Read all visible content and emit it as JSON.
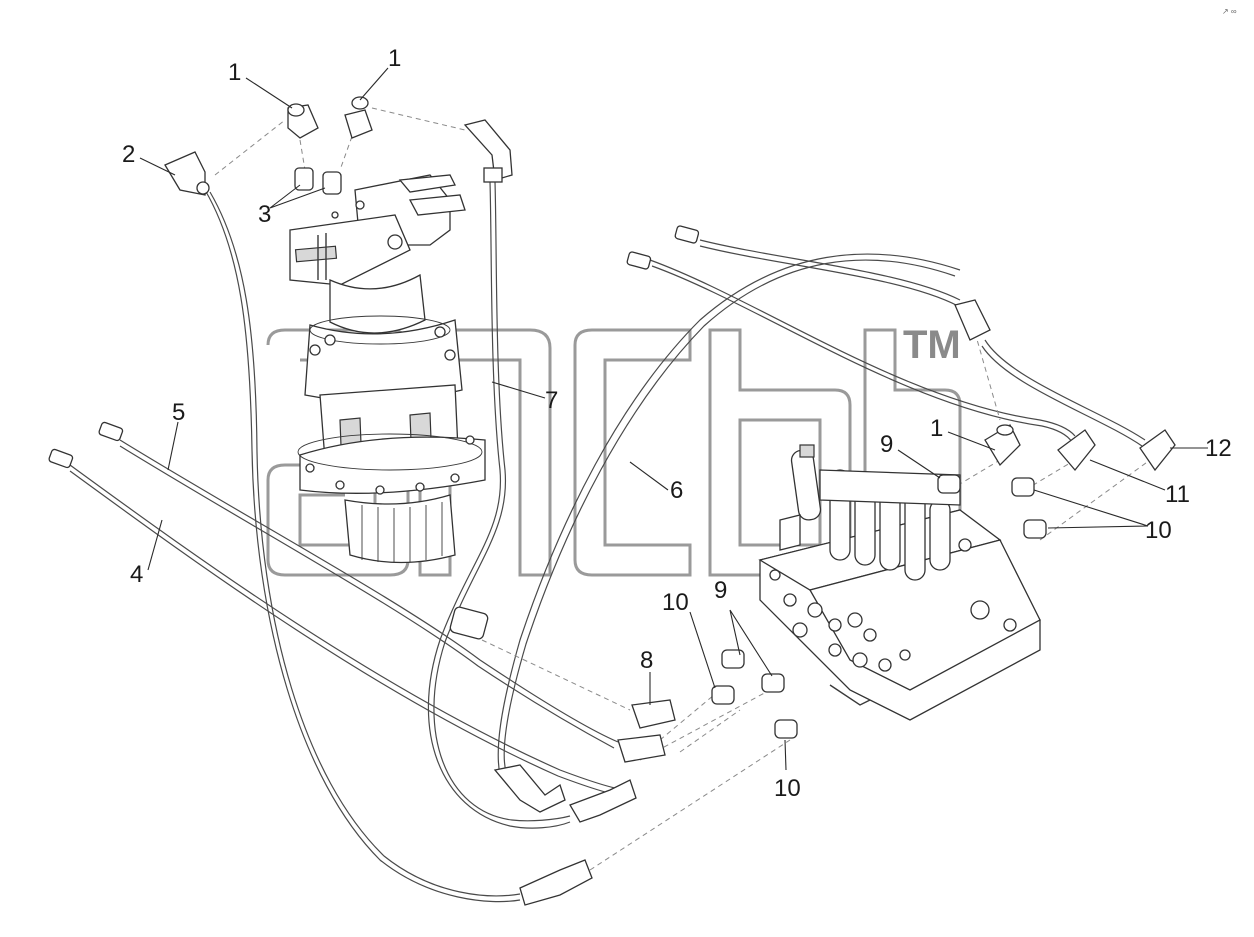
{
  "diagram": {
    "callouts": [
      "1",
      "1",
      "2",
      "3",
      "7",
      "5",
      "4",
      "6",
      "9",
      "1",
      "12",
      "11",
      "10",
      "10",
      "9",
      "8",
      "10"
    ],
    "watermark": {
      "trademark": "TM"
    },
    "corner_mark": "↗ ∞",
    "colors": {
      "line": "#3a3a3a",
      "watermark": "#9a9a9a",
      "background": "#ffffff"
    }
  }
}
